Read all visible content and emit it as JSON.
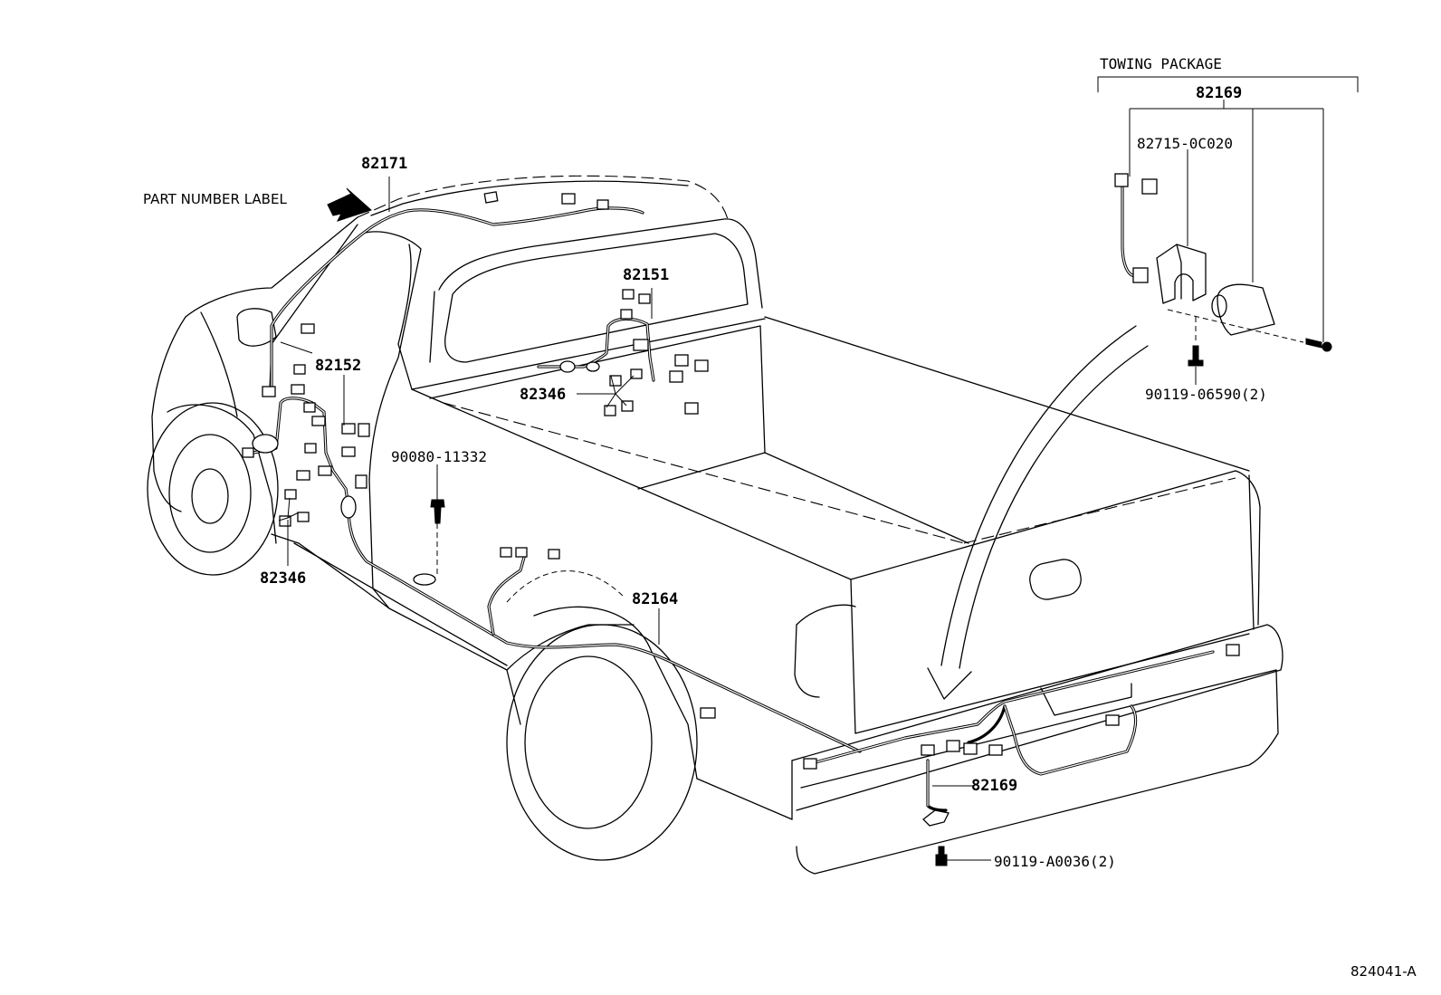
{
  "labels": {
    "towing_package": "TOWING PACKAGE",
    "part_number_label": "PART NUMBER LABEL",
    "p82169_top": "82169",
    "p82715": "82715-0C020",
    "p90119_06590": "90119-06590(2)",
    "p82171": "82171",
    "p82151": "82151",
    "p82152": "82152",
    "p82346_center": "82346",
    "p82346_left": "82346",
    "p90080": "90080-11332",
    "p82164": "82164",
    "p82169_bottom": "82169",
    "p90119_a0036": "90119-A0036(2)",
    "diagram_ref": "824041-A"
  }
}
